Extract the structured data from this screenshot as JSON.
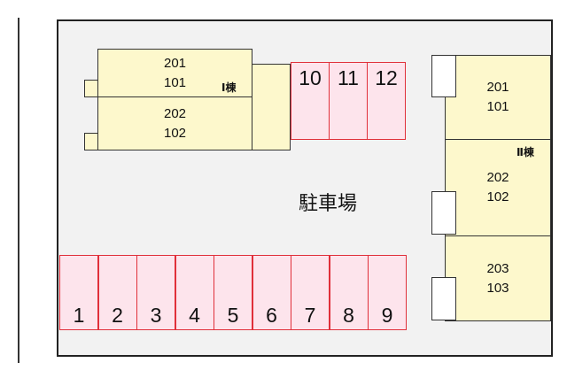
{
  "building1": {
    "label": "Ⅰ棟",
    "units": [
      {
        "upper": "201",
        "lower": "101"
      },
      {
        "upper": "202",
        "lower": "102"
      }
    ]
  },
  "building2": {
    "label": "Ⅱ棟",
    "units": [
      {
        "upper": "201",
        "lower": "101"
      },
      {
        "upper": "202",
        "lower": "102"
      },
      {
        "upper": "203",
        "lower": "103"
      }
    ]
  },
  "parking_label": "駐車場",
  "parking_top": [
    "10",
    "11",
    "12"
  ],
  "parking_bottom": [
    "1",
    "2",
    "3",
    "4",
    "5",
    "6",
    "7",
    "8",
    "9"
  ]
}
